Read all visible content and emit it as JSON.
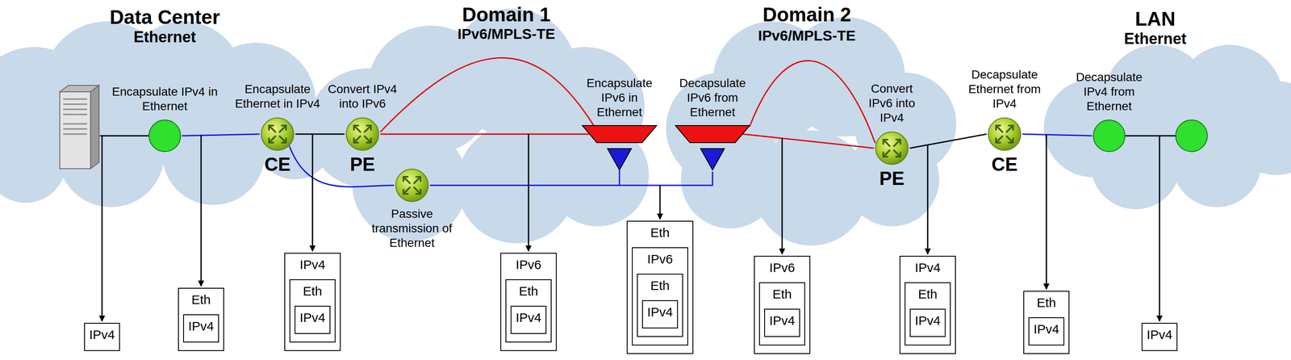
{
  "diagram": {
    "nodes": [
      {
        "text": [
          "Encapsulate IPv4 in Ethernet"
        ]
      },
      {
        "text": [
          "Encapsulate Ethernet in IPv4",
          "CE"
        ]
      },
      {
        "text": [
          "Convert IPv4 into IPv6",
          "PE"
        ]
      },
      {
        "text": [
          "Passive transmission of Ethernet"
        ]
      },
      {
        "text": [
          "Encapsulate IPv6 in Ethernet"
        ]
      },
      {
        "text": [
          "Decapsulate IPv6 from Ethernet"
        ]
      },
      {
        "text": [
          "Convert IPv6 into IPv4",
          "PE"
        ]
      },
      {
        "text": [
          "Decapsulate Ethernet from IPv4",
          "CE"
        ]
      },
      {
        "text": [
          "Decapsulate IPv4 from Ethernet"
        ]
      },
      {
        "text": [
          "IPv4"
        ]
      },
      {
        "text": [
          "Eth"
        ]
      },
      {
        "text": [
          "IPv4"
        ],
        "in": 10
      },
      {
        "text": [
          "IPv4"
        ]
      },
      {
        "text": [
          "Eth"
        ],
        "in": 12
      },
      {
        "text": [
          "IPv4"
        ],
        "in": 13
      },
      {
        "text": [
          "IPv6"
        ]
      },
      {
        "text": [
          "Eth"
        ],
        "in": 15
      },
      {
        "text": [
          "IPv4"
        ],
        "in": 16
      },
      {
        "text": [
          "Eth"
        ]
      },
      {
        "text": [
          "IPv6"
        ],
        "in": 18
      },
      {
        "text": [
          "Eth"
        ],
        "in": 19
      },
      {
        "text": [
          "IPv4"
        ],
        "in": 20
      },
      {
        "text": [
          "IPv6"
        ]
      },
      {
        "text": [
          "Eth"
        ],
        "in": 22
      },
      {
        "text": [
          "IPv4"
        ],
        "in": 23
      },
      {
        "text": [
          "IPv4"
        ]
      },
      {
        "text": [
          "Eth"
        ],
        "in": 25
      },
      {
        "text": [
          "IPv4"
        ],
        "in": 26
      },
      {
        "text": [
          "Eth"
        ]
      },
      {
        "text": [
          "IPv4"
        ],
        "in": 28
      },
      {
        "text": [
          "IPv4"
        ]
      }
    ],
    "edges": [
      {
        "from": 0,
        "to": 1,
        "arrow": "none"
      },
      {
        "from": 1,
        "to": 2,
        "arrow": "none"
      },
      {
        "from": 1,
        "to": 3,
        "arrow": "none"
      },
      {
        "from": 2,
        "to": 4,
        "arrow": "none"
      },
      {
        "from": 5,
        "to": 6,
        "arrow": "none"
      },
      {
        "from": 6,
        "to": 7,
        "arrow": "none"
      },
      {
        "from": 7,
        "to": 8,
        "arrow": "none"
      },
      {
        "from": 3,
        "to": 5,
        "arrow": "none"
      }
    ],
    "labels": [
      "Data Center",
      "Ethernet",
      "Domain 1",
      "IPv6/MPLS-TE",
      "Domain 2",
      "IPv6/MPLS-TE",
      "LAN",
      "Ethernet"
    ]
  }
}
